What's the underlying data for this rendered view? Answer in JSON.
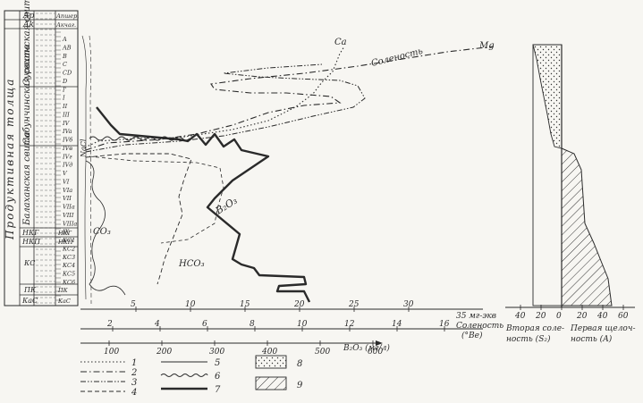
{
  "column": {
    "vertical_title": "Продуктивная толща",
    "suites": [
      {
        "label": "Ap",
        "code": "Апшер."
      },
      {
        "label": "Ak",
        "code": "Акчаг."
      },
      {
        "label": "Сураханская свита",
        "code": ""
      },
      {
        "label": "Сабунчинская свита",
        "code": ""
      },
      {
        "label": "Балаханская свита",
        "code": ""
      },
      {
        "label": "НКГ",
        "code": "НКГ"
      },
      {
        "label": "НКП",
        "code": "НКП"
      },
      {
        "label": "КС",
        "code": ""
      },
      {
        "label": "ПК",
        "code": "ПК"
      },
      {
        "label": "КаС",
        "code": "КаС"
      }
    ],
    "horizons": [
      "A",
      "AB",
      "B",
      "C",
      "CD",
      "D",
      "I'",
      "I",
      "II",
      "III",
      "IV",
      "IVa",
      "IVб",
      "IVв",
      "IVг",
      "IVд",
      "V",
      "VI",
      "VIa",
      "VII",
      "VIIa",
      "VIII",
      "VIIIa",
      "IX",
      "КС1",
      "КС2",
      "КС3",
      "КС4",
      "КС5",
      "КС6"
    ]
  },
  "curve_labels": {
    "ca": "Ca",
    "salinity": "Соленость",
    "mg": "Mg",
    "b2o3": "B₂O₃",
    "co3": "CO₃",
    "hco3": "HCO₃",
    "nacl": "NaCl"
  },
  "axes": {
    "meq": {
      "ticks": [
        "5",
        "10",
        "15",
        "20",
        "25",
        "30"
      ],
      "end_label": "35 мг-экв"
    },
    "baume": {
      "ticks": [
        "2",
        "4",
        "6",
        "8",
        "10",
        "12",
        "14",
        "16"
      ],
      "label_line1": "Соленость",
      "label_line2": "(°Be)"
    },
    "b2o3": {
      "ticks": [
        "100",
        "200",
        "300",
        "400",
        "500",
        "600"
      ],
      "label": "B₂O₃ (мг/л)"
    },
    "right_ticks": [
      "40",
      "20",
      "0",
      "20",
      "40",
      "60"
    ],
    "right_label_left": [
      "Вторая соле-",
      "ность (S₂)"
    ],
    "right_label_right": [
      "Первая щелоч-",
      "ность (A)"
    ]
  },
  "legend": [
    {
      "num": "1",
      "style": "dotted"
    },
    {
      "num": "2",
      "style": "dash-dot"
    },
    {
      "num": "3",
      "style": "dash-dot-dot"
    },
    {
      "num": "4",
      "style": "dashed"
    },
    {
      "num": "5",
      "style": "thin"
    },
    {
      "num": "6",
      "style": "wavy"
    },
    {
      "num": "7",
      "style": "thick"
    },
    {
      "num": "8",
      "style": "dots-box"
    },
    {
      "num": "9",
      "style": "hatch-box"
    }
  ]
}
